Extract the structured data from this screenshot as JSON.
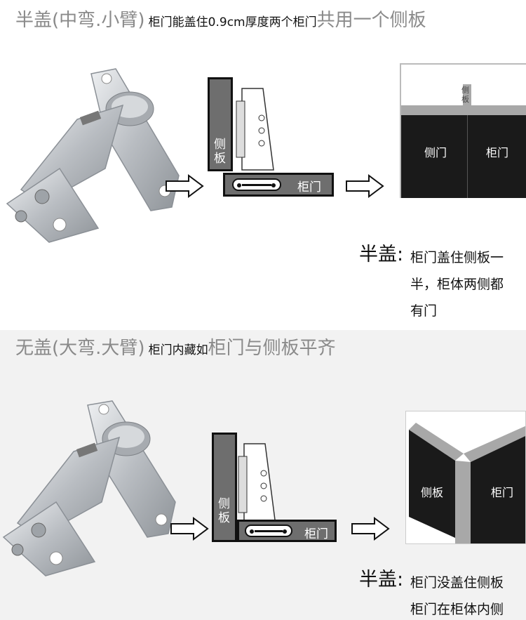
{
  "top": {
    "title_big": "半盖(中弯.小臂)",
    "title_small": "柜门能盖住0.9cm厚度两个柜门",
    "title_big2": "共用一个侧板",
    "side_panel_label": "侧板",
    "door_label": "柜门",
    "result_left_label": "侧门",
    "result_right_label": "柜门",
    "result_top_label": "侧板",
    "note_label": "半盖:",
    "note_lines": [
      "柜门盖住侧板一",
      "半，柜体两侧都",
      "有门"
    ]
  },
  "bottom": {
    "title_big": "无盖(大弯.大臂)",
    "title_small": "柜门内藏如",
    "title_big2": "柜门与侧板平齐",
    "side_panel_label": "侧板",
    "door_label": "柜门",
    "result_left_label": "侧板",
    "result_right_label": "柜门",
    "note_label": "半盖:",
    "note_lines": [
      "柜门没盖住侧板",
      "柜门在柜体内侧"
    ]
  },
  "colors": {
    "panel_gray": "#6e6e6e",
    "door_black": "#1a1a1a",
    "title_gray": "#8a8a8a",
    "metal": "#c9ccd0"
  },
  "icons": [
    "hinge-image",
    "arrow-right-icon"
  ]
}
